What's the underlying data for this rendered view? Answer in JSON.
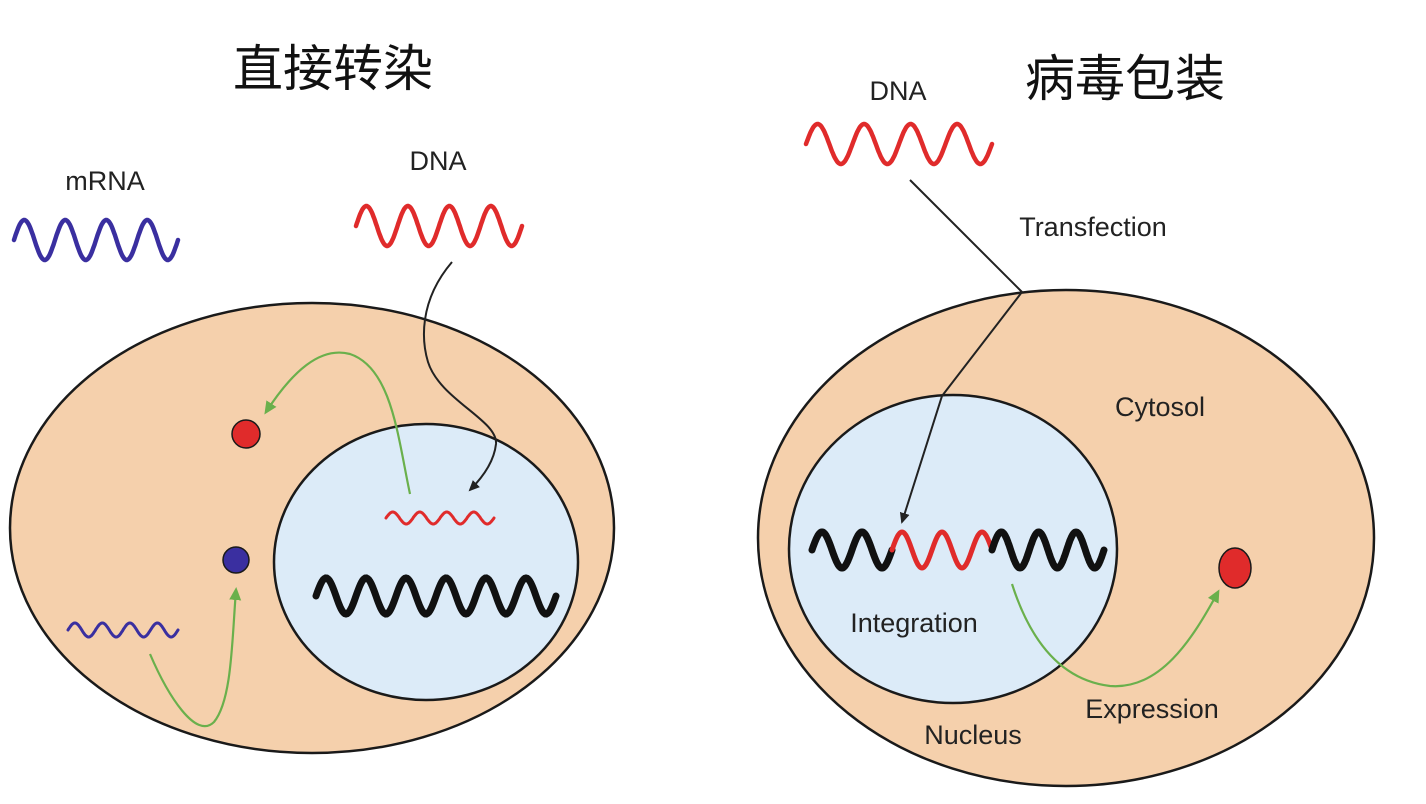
{
  "left_panel": {
    "title": "直接转染",
    "mrna_label": "mRNA",
    "dna_label": "DNA"
  },
  "right_panel": {
    "title": "病毒包装",
    "dna_label": "DNA",
    "transfection_label": "Transfection",
    "cytosol_label": "Cytosol",
    "integration_label": "Integration",
    "nucleus_label": "Nucleus",
    "expression_label": "Expression"
  },
  "colors": {
    "cytoplasm": "#f5d0ac",
    "nucleus": "#dcebf8",
    "outline": "#1a1a1a",
    "dna": "#e02b2b",
    "mrna": "#3a2fa0",
    "genome": "#111111",
    "pathway_arrow": "#6ab04c",
    "delivery_arrow": "#222222"
  }
}
